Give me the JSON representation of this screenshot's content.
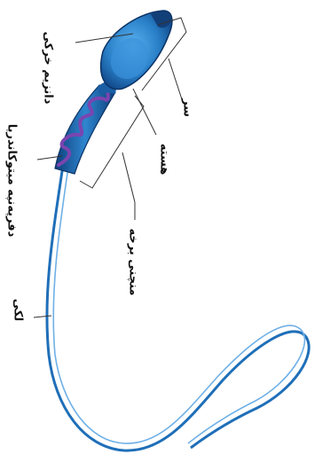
{
  "labels": {
    "acrosome": "دانزیم خرکی",
    "head": "سر",
    "nucleus": "هسته",
    "mitochondria": "دفرپه‌نپه میتوکاندریا",
    "midpiece": "منچنی برخه",
    "tail": "لکی"
  },
  "colors": {
    "body_fill": "#1f6fb8",
    "body_dark": "#0e3f7a",
    "head_light": "#3f9ae0",
    "spiral": "#6a3fa0",
    "bracket": "#333333"
  }
}
